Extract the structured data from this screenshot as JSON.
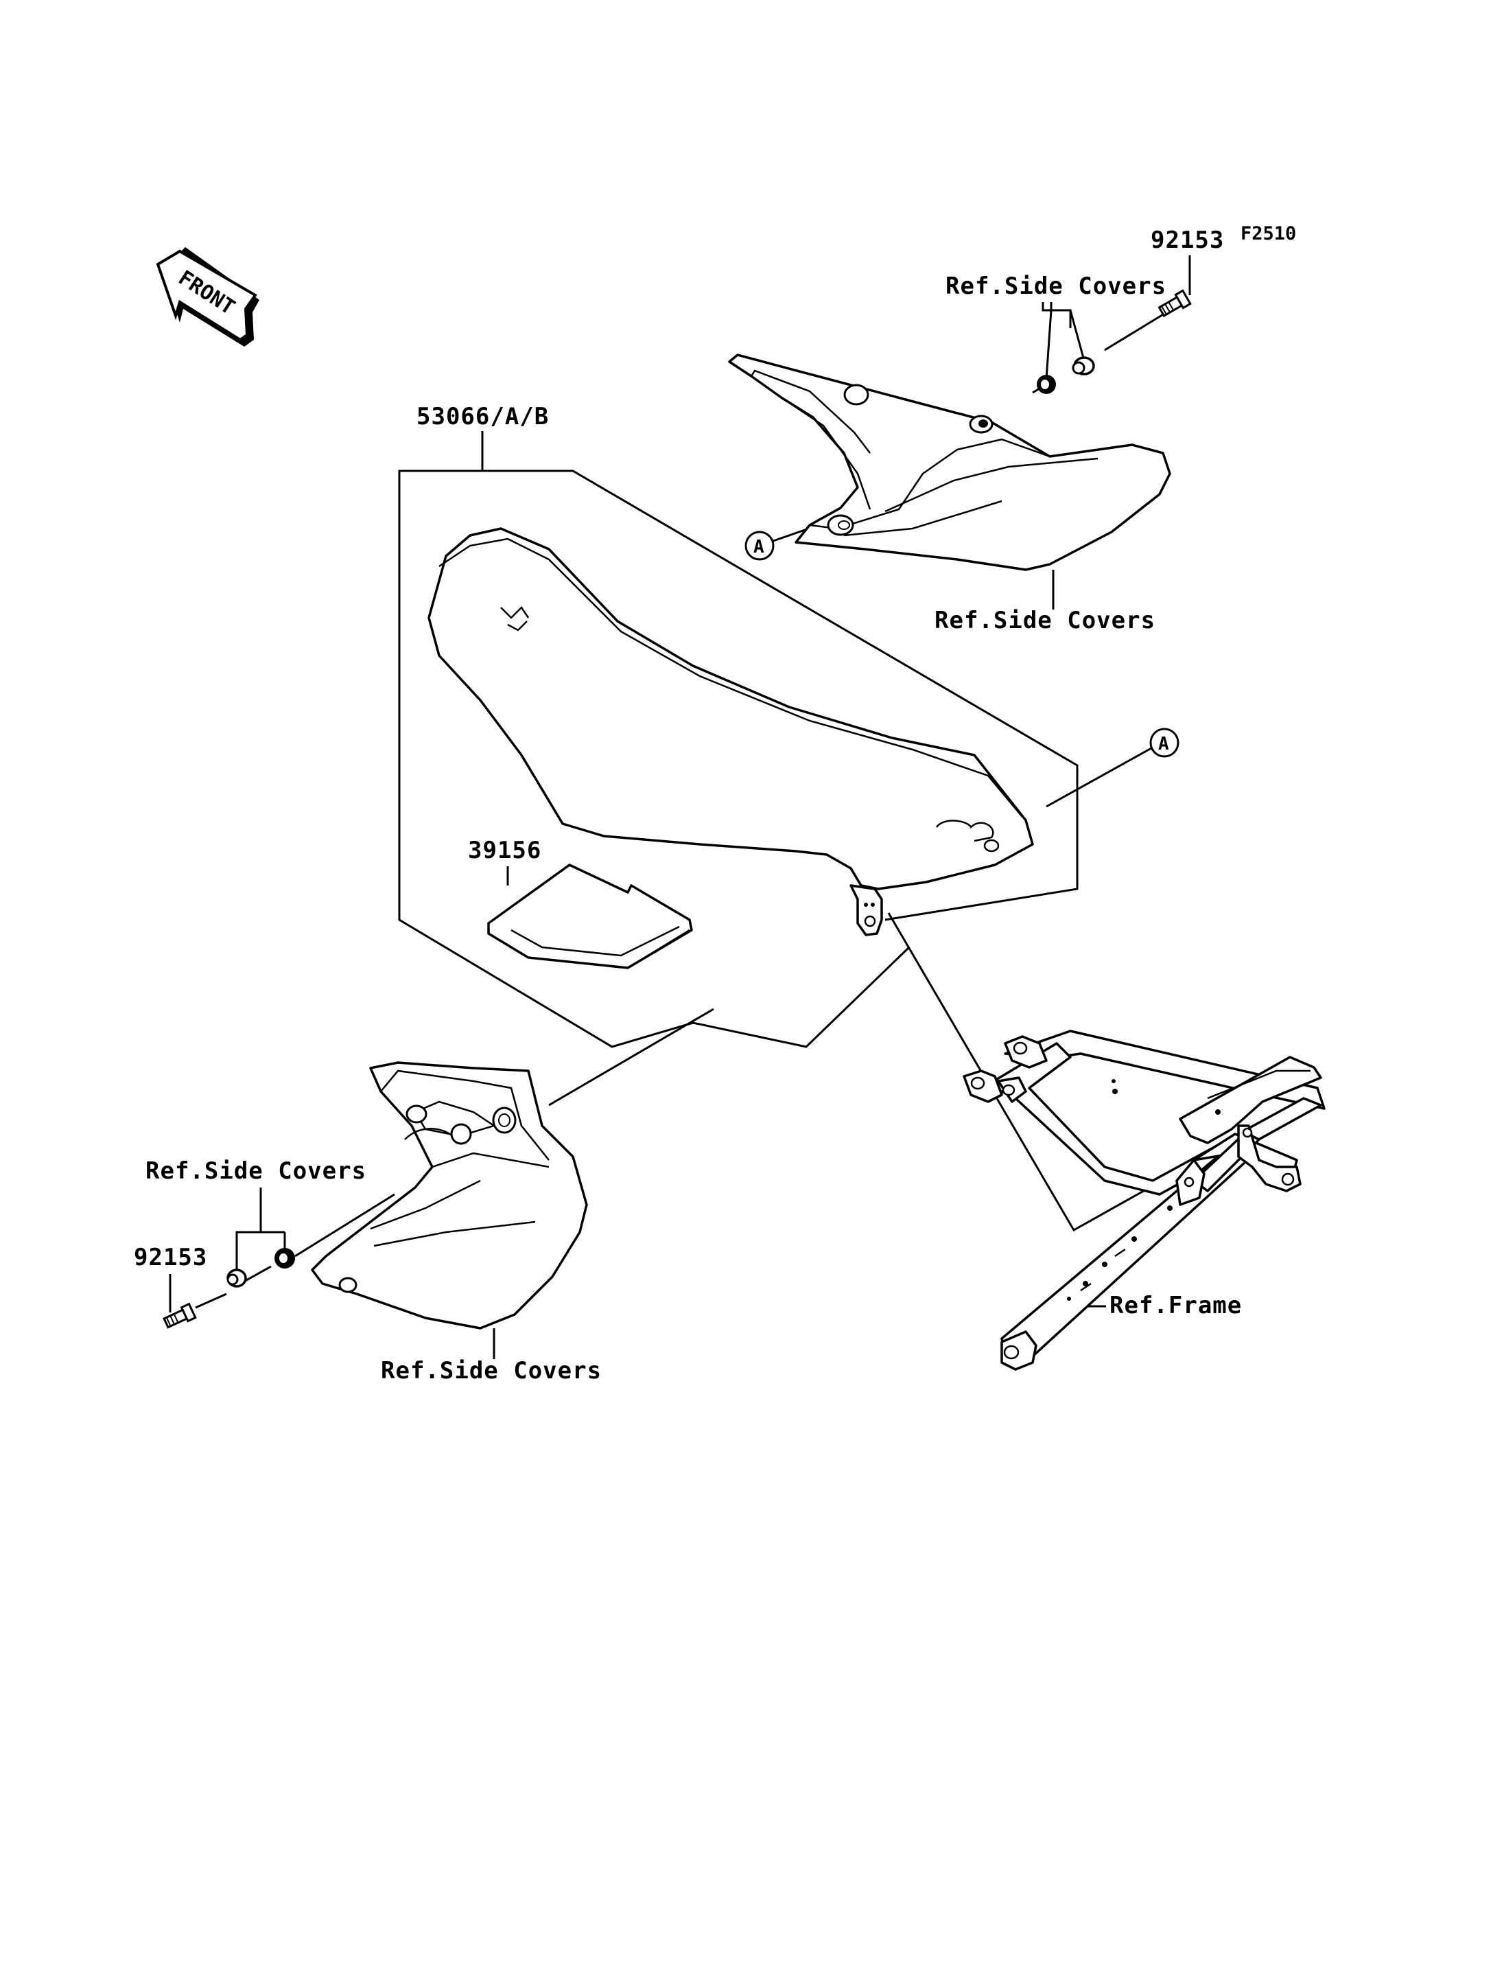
{
  "diagram_code": "F2510",
  "direction_badge": {
    "text": "FRONT"
  },
  "colors": {
    "ink": "#000000",
    "paper": "#ffffff"
  },
  "labels": {
    "seat_part_no": "53066/A/B",
    "seat_base_part_no": "39156",
    "bolt_part_no_top": "92153",
    "bolt_part_no_bottom": "92153",
    "ref_side_covers_top_upper": "Ref.Side Covers",
    "ref_side_covers_top_lower": "Ref.Side Covers",
    "ref_side_covers_bottom_upper": "Ref.Side Covers",
    "ref_side_covers_bottom_lower": "Ref.Side Covers",
    "ref_frame": "Ref.Frame",
    "callout_a_top": "A",
    "callout_a_right": "A"
  }
}
